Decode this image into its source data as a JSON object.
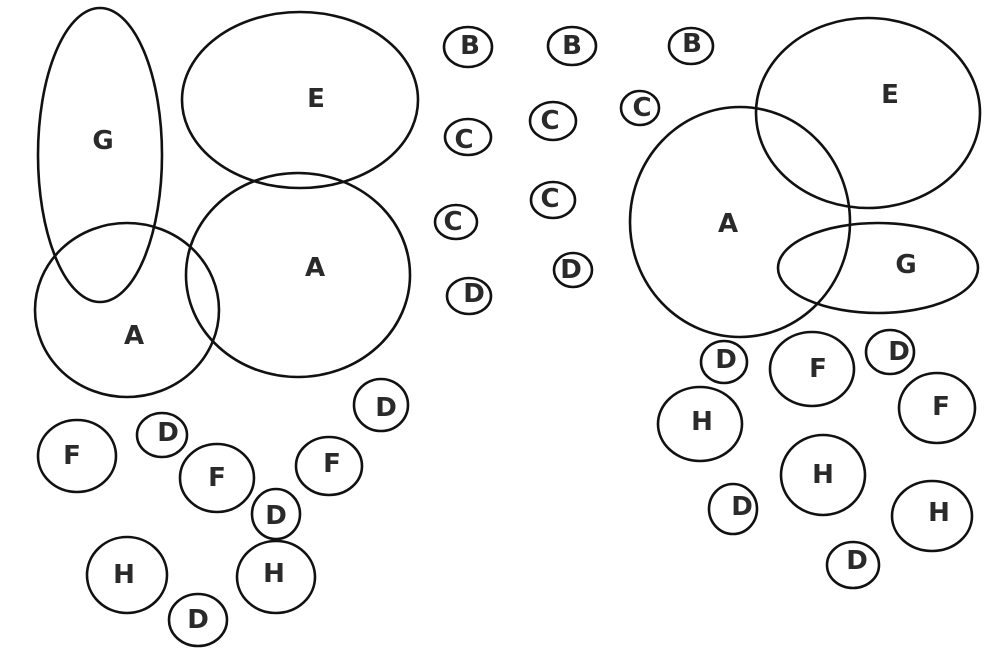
{
  "left_group": {
    "regions": [
      "G",
      "E",
      "A",
      "A"
    ],
    "circles": [
      "D",
      "F",
      "D",
      "F",
      "F",
      "D",
      "H",
      "H",
      "D"
    ]
  },
  "middle_group": {
    "circles": [
      "B",
      "B",
      "B",
      "C",
      "C",
      "C",
      "C",
      "C",
      "D",
      "D"
    ]
  },
  "right_group": {
    "regions": [
      "A",
      "E",
      "G"
    ],
    "circles": [
      "D",
      "F",
      "D",
      "H",
      "F",
      "H",
      "D",
      "H",
      "D"
    ]
  }
}
